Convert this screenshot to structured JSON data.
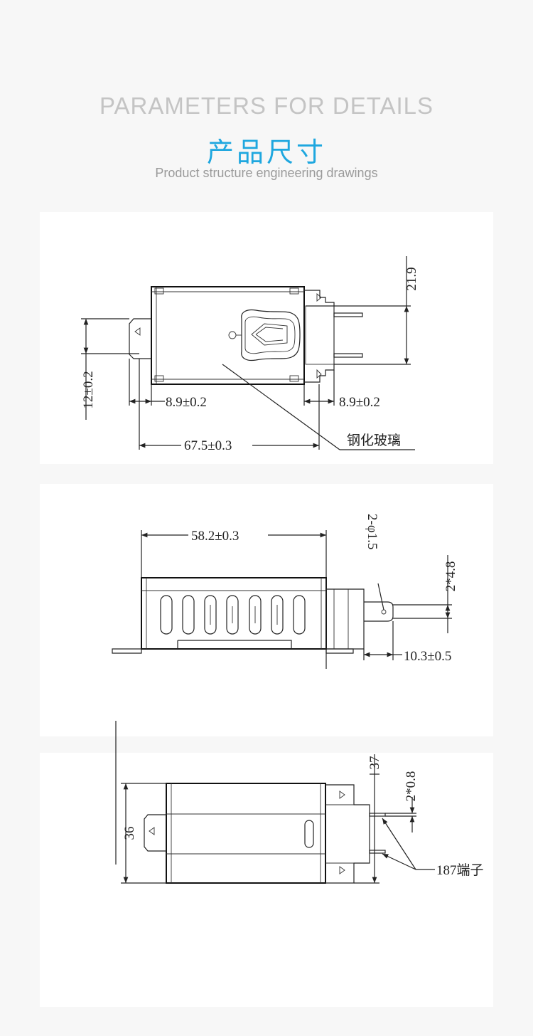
{
  "header": {
    "title_en": "PARAMETERS FOR DETAILS",
    "title_cn": "产品尺寸",
    "subtitle": "Product structure engineering drawings"
  },
  "view1": {
    "dim_height_right": "21.9",
    "dim_height_left": "12±0.2",
    "dim_left_tab": "8.9±0.2",
    "dim_right_tab": "8.9±0.2",
    "dim_length": "67.5±0.3",
    "label_glass": "钢化玻璃"
  },
  "view2": {
    "dim_length": "58.2±0.3",
    "dim_hole": "2-φ1.5",
    "dim_pin": "2*4.8",
    "dim_pin_len": "10.3±0.5"
  },
  "view3": {
    "dim_width": "36",
    "dim_top": "37",
    "dim_pin_thk": "2*0.8",
    "label_terminal": "187端子"
  }
}
